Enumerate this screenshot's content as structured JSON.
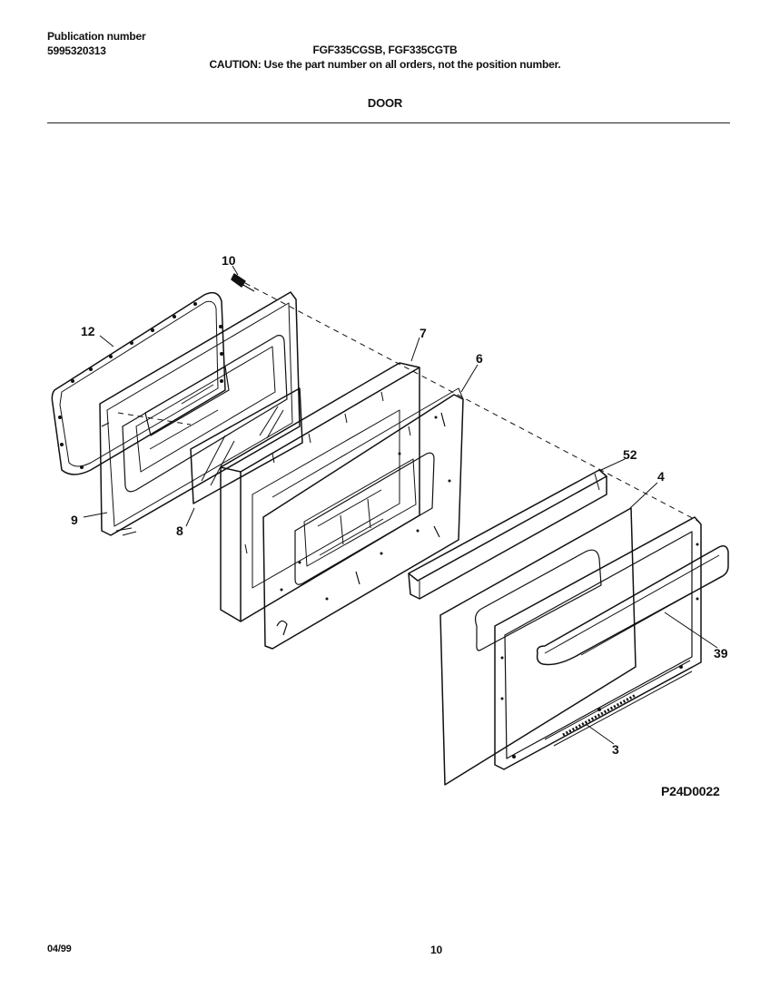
{
  "header": {
    "publication_label": "Publication number",
    "publication_number": "5995320313",
    "models": "FGF335CGSB, FGF335CGTB",
    "caution": "CAUTION:  Use the part number on all orders, not the position number.",
    "section_title": "DOOR"
  },
  "diagram": {
    "callouts": [
      {
        "id": "12",
        "label": "12"
      },
      {
        "id": "10",
        "label": "10"
      },
      {
        "id": "9",
        "label": "9"
      },
      {
        "id": "8",
        "label": "8"
      },
      {
        "id": "7",
        "label": "7"
      },
      {
        "id": "6",
        "label": "6"
      },
      {
        "id": "52",
        "label": "52"
      },
      {
        "id": "4",
        "label": "4"
      },
      {
        "id": "39",
        "label": "39"
      },
      {
        "id": "3",
        "label": "3"
      }
    ],
    "code": "P24D0022"
  },
  "footer": {
    "date": "04/99",
    "page": "10"
  }
}
